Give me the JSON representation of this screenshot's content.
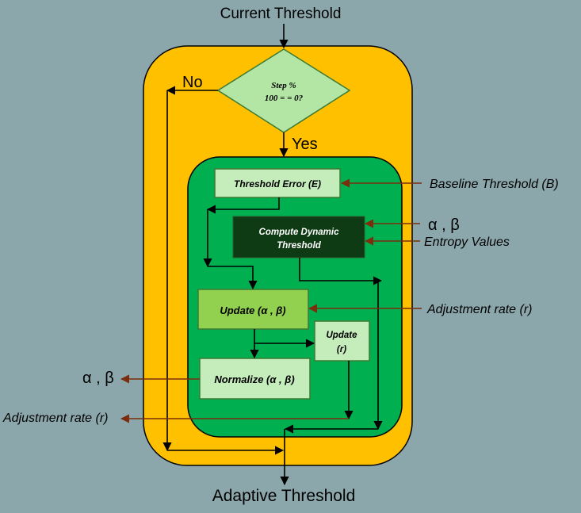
{
  "diagram": {
    "input_label": "Current Threshold",
    "output_label": "Adaptive Threshold",
    "decision": {
      "line1": "Step %",
      "line2": "100 = = 0?"
    },
    "no_label": "No",
    "yes_label": "Yes",
    "boxes": {
      "threshold_error": "Threshold Error (E)",
      "compute_dynamic_line1": "Compute Dynamic",
      "compute_dynamic_line2": "Threshold",
      "update_alpha_beta": "Update (α , β)",
      "update_r_line1": "Update",
      "update_r_line2": "(r)",
      "normalize": "Normalize (α , β)"
    },
    "external_inputs": {
      "baseline_threshold": "Baseline Threshold (B)",
      "alpha_beta_in": "α , β",
      "entropy_values": "Entropy Values",
      "adjustment_rate_in": "Adjustment rate (r)"
    },
    "external_outputs": {
      "alpha_beta_out": "α , β",
      "adjustment_rate_out": "Adjustment rate (r)"
    },
    "colors": {
      "background": "#8ba7ab",
      "outer_container": "#ffc000",
      "inner_container": "#00b050",
      "decision_fill": "#b3e6a5",
      "light_box": "#c5edbc",
      "dark_box": "#0e3b14",
      "update_box": "#92d050",
      "external_arrow": "#7a2e0e"
    }
  }
}
